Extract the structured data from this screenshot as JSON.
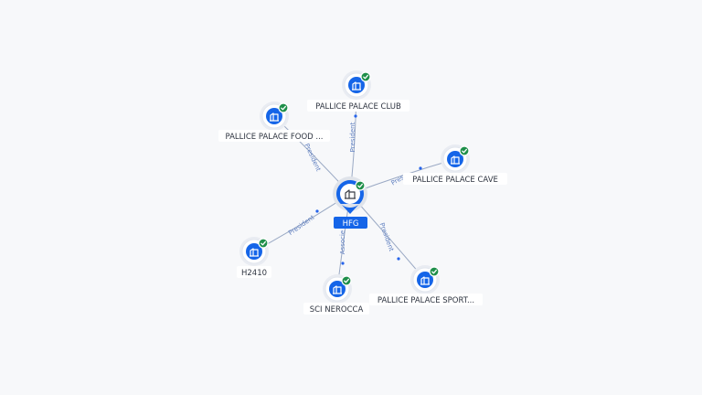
{
  "center": {
    "label": "HFG",
    "icon": "building-icon",
    "verified": true
  },
  "nodes": [
    {
      "id": "club",
      "label": "PALLICE PALACE CLUB",
      "icon": "building-icon",
      "verified": true
    },
    {
      "id": "food",
      "label": "PALLICE PALACE FOOD ...",
      "icon": "building-icon",
      "verified": true
    },
    {
      "id": "cave",
      "label": "PALLICE PALACE CAVE",
      "icon": "building-icon",
      "verified": true
    },
    {
      "id": "h2410",
      "label": "H2410",
      "icon": "building-icon",
      "verified": true
    },
    {
      "id": "sci",
      "label": "SCI NEROCCA",
      "icon": "building-icon",
      "verified": true
    },
    {
      "id": "sport",
      "label": "PALLICE PALACE SPORT...",
      "icon": "building-icon",
      "verified": true
    }
  ],
  "edges": [
    {
      "to": "club",
      "label": "President"
    },
    {
      "to": "food",
      "label": "President"
    },
    {
      "to": "cave",
      "label": "Pres"
    },
    {
      "to": "h2410",
      "label": "President"
    },
    {
      "to": "sci",
      "label": "Associe"
    },
    {
      "to": "sport",
      "label": "President"
    }
  ],
  "colors": {
    "node": "#1565e8",
    "verified": "#1f8f4a",
    "edge": "#9aa9c4",
    "edge_label": "#5f7fc0",
    "background": "#f7f8fa"
  }
}
